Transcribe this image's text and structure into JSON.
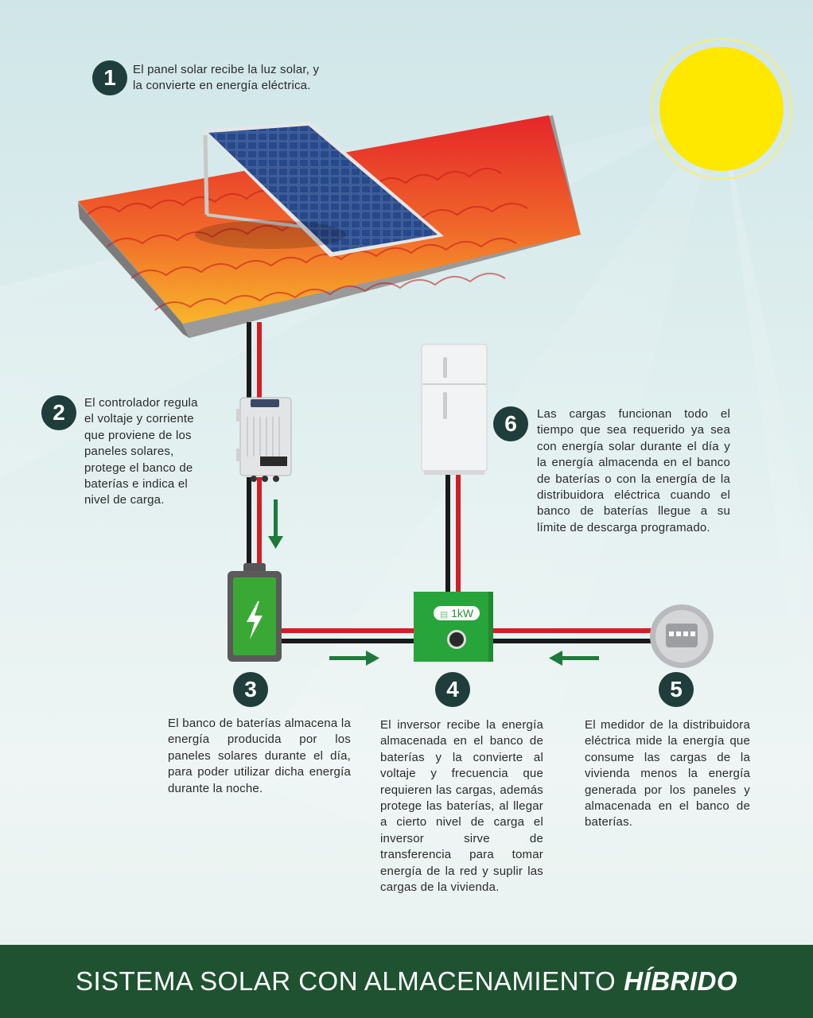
{
  "steps": [
    {
      "number": "1",
      "text": "El panel solar recibe la luz solar, y la convierte en energía eléctrica."
    },
    {
      "number": "2",
      "text": "El controlador regula el voltaje y corriente que proviene de los paneles solares, protege el banco de baterías e indica el nivel de carga."
    },
    {
      "number": "3",
      "text": "El banco de baterías almacena la energía producida por los paneles solares durante el día, para poder utilizar dicha energía durante la noche."
    },
    {
      "number": "4",
      "text": "El inversor recibe la energía almacenada en el banco de baterías y la convierte al voltaje y frecuencia que requieren las cargas, además protege las baterías, al llegar a cierto nivel de carga el inversor sirve de transferencia para tomar energía de la red y suplir las cargas de la vivienda."
    },
    {
      "number": "5",
      "text": "El medidor de la distribuidora eléctrica mide la energía que consume las cargas de la vivienda menos la energía generada por los paneles y almacenada en el banco de baterías."
    },
    {
      "number": "6",
      "text": "Las cargas funcionan todo el tiempo que sea requerido ya sea con energía solar durante el día y la energía almacenda en el banco de baterías o con la energía de la distribuidora eléctrica cuando el banco de baterías llegue a su límite de descarga programado."
    }
  ],
  "inverter": {
    "display": "1kW"
  },
  "footer": {
    "title": "SISTEMA SOLAR CON ALMACENAMIENTO",
    "emphasis": "HÍBRIDO"
  },
  "colors": {
    "badge": "#1f3d3a",
    "footer": "#1e5230",
    "arrow": "#1e7a3a",
    "wire_red": "#d11f25",
    "wire_black": "#1a1a1a",
    "sun": "#ffe800",
    "battery": "#3aa835",
    "inverter": "#27a43a"
  }
}
